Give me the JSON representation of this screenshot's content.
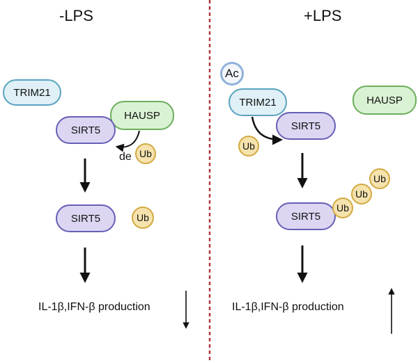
{
  "left": {
    "title": "-LPS",
    "trim21": "TRIM21",
    "hausp": "HAUSP",
    "sirt5_top": "SIRT5",
    "de_label": "de",
    "ub_top": "Ub",
    "sirt5_bottom": "SIRT5",
    "ub_free": "Ub",
    "production": "IL-1β,IFN-β production",
    "trend": "down"
  },
  "right": {
    "title": "+LPS",
    "ac": "Ac",
    "trim21": "TRIM21",
    "hausp": "HAUSP",
    "sirt5_top": "SIRT5",
    "ub_top": "Ub",
    "sirt5_bottom": "SIRT5",
    "ub_chain": [
      "Ub",
      "Ub",
      "Ub"
    ],
    "production": "IL-1β,IFN-β production",
    "trend": "up"
  },
  "colors": {
    "trim21_fill": "#dff0f6",
    "hausp_fill": "#d9f2d3",
    "sirt5_fill": "#dcd6f3",
    "ub_fill": "#f5e2ad",
    "divider": "#b23a3a"
  }
}
